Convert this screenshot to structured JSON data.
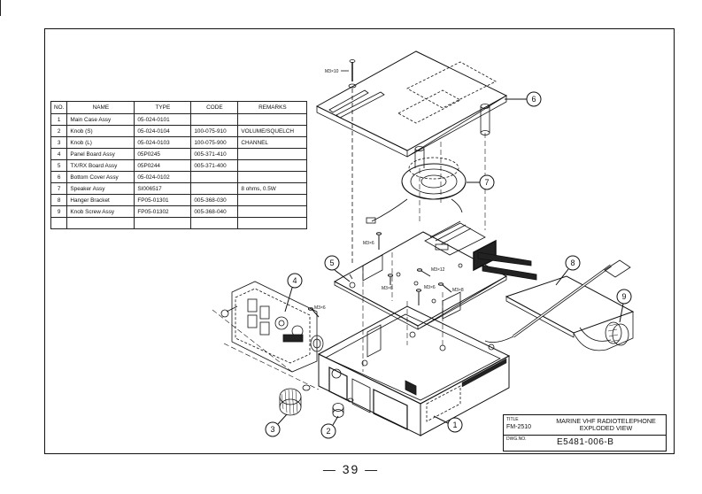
{
  "parts_table": {
    "headers": [
      "NO.",
      "NAME",
      "TYPE",
      "CODE",
      "REMARKS"
    ],
    "rows": [
      {
        "no": "1",
        "name": "Main Case Assy",
        "type": "05-024-0101",
        "code": "",
        "remarks": ""
      },
      {
        "no": "2",
        "name": "Knob (S)",
        "type": "05-024-0104",
        "code": "100-075-910",
        "remarks": "VOLUME/SQUELCH"
      },
      {
        "no": "3",
        "name": "Knob (L)",
        "type": "05-024-0103",
        "code": "100-075-900",
        "remarks": "CHANNEL"
      },
      {
        "no": "4",
        "name": "Panel Board Assy",
        "type": "05P0245",
        "code": "005-371-410",
        "remarks": ""
      },
      {
        "no": "5",
        "name": "TX/RX Board Assy",
        "type": "05P0244",
        "code": "005-371-400",
        "remarks": ""
      },
      {
        "no": "6",
        "name": "Bottom Cover Assy",
        "type": "05-024-0102",
        "code": "",
        "remarks": ""
      },
      {
        "no": "7",
        "name": "Speaker Assy",
        "type": "SI006517",
        "code": "",
        "remarks": "8 ohms, 0.5W"
      },
      {
        "no": "8",
        "name": "Hanger Bracket",
        "type": "FP05-01301",
        "code": "005-368-030",
        "remarks": ""
      },
      {
        "no": "9",
        "name": "Knob Screw Assy",
        "type": "FP05-01302",
        "code": "005-368-040",
        "remarks": ""
      },
      {
        "no": "",
        "name": "",
        "type": "",
        "code": "",
        "remarks": ""
      }
    ]
  },
  "callouts": [
    "1",
    "2",
    "3",
    "4",
    "5",
    "6",
    "7",
    "8",
    "9"
  ],
  "screw_labels": {
    "top": "M3×10",
    "s1": "M3×6",
    "s2": "M3×12",
    "s3": "M3×6",
    "s4": "M3×6",
    "s5": "M3×8",
    "s6": "M3×6"
  },
  "title_block": {
    "title_label": "TITLE",
    "model": "FM-2510",
    "title_line1": "MARINE VHF RADIOTELEPHONE",
    "title_line2": "EXPLODED VIEW",
    "dwg_label": "DWG.NO.",
    "dwg_no": "E5481-006-B"
  },
  "page_number": "— 39 —"
}
